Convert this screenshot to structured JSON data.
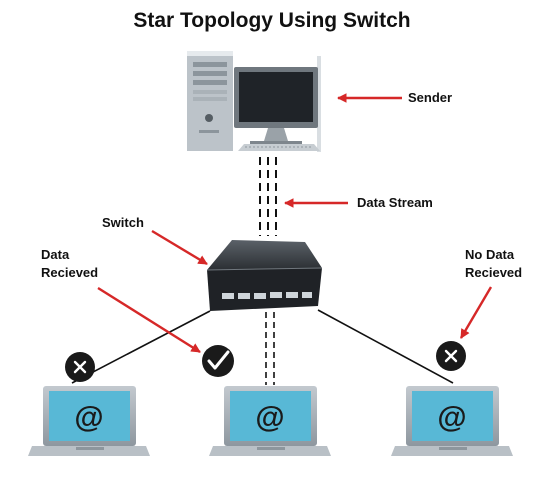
{
  "diagram": {
    "title": "Star Topology Using Switch",
    "labels": {
      "sender": "Sender",
      "data_stream": "Data Stream",
      "switch": "Switch",
      "data_line1": "Data",
      "received_line2": "Recieved",
      "no_data_line1": "No Data",
      "no_data_line2": "Recieved"
    },
    "symbols": {
      "laptop_screen": "@",
      "check": "check-icon",
      "cross": "cross-icon"
    },
    "colors": {
      "arrow": "#d62828",
      "cable": "#111111",
      "screen": "#58b8d6",
      "laptop_body": "#9aa3ad",
      "status_badge": "#1a1a1a",
      "switch_body": "#2b2f33"
    }
  }
}
